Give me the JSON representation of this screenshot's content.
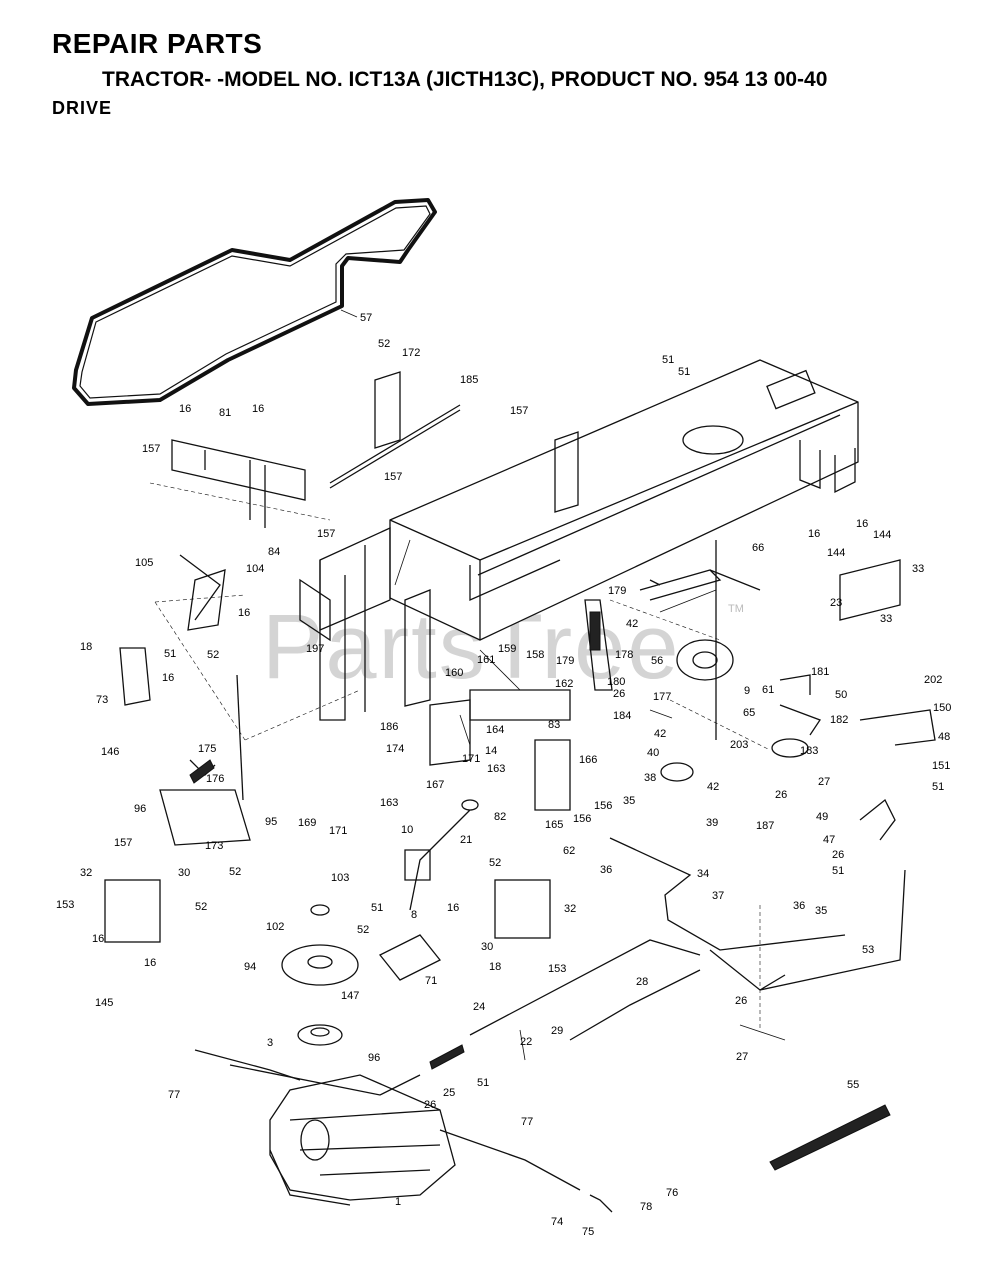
{
  "header": {
    "title": "REPAIR PARTS",
    "subtitle": "TRACTOR- -MODEL NO. ICT13A (JICTH13C), PRODUCT NO. 954 13 00-40",
    "section": "DRIVE"
  },
  "watermark": {
    "text": "PartsTree",
    "trademark": "TM"
  },
  "diagram": {
    "callouts": [
      {
        "label": "57"
      },
      {
        "label": "52"
      },
      {
        "label": "172"
      },
      {
        "label": "185"
      },
      {
        "label": "157"
      },
      {
        "label": "51"
      },
      {
        "label": "51"
      },
      {
        "label": "16"
      },
      {
        "label": "81"
      },
      {
        "label": "16"
      },
      {
        "label": "157"
      },
      {
        "label": "157"
      },
      {
        "label": "157"
      },
      {
        "label": "84"
      },
      {
        "label": "105"
      },
      {
        "label": "104"
      },
      {
        "label": "16"
      },
      {
        "label": "52"
      },
      {
        "label": "18"
      },
      {
        "label": "51"
      },
      {
        "label": "16"
      },
      {
        "label": "73"
      },
      {
        "label": "146"
      },
      {
        "label": "197"
      },
      {
        "label": "66"
      },
      {
        "label": "16"
      },
      {
        "label": "16"
      },
      {
        "label": "144"
      },
      {
        "label": "144"
      },
      {
        "label": "33"
      },
      {
        "label": "23"
      },
      {
        "label": "33"
      },
      {
        "label": "179"
      },
      {
        "label": "42"
      },
      {
        "label": "178"
      },
      {
        "label": "179"
      },
      {
        "label": "180"
      },
      {
        "label": "56"
      },
      {
        "label": "159"
      },
      {
        "label": "158"
      },
      {
        "label": "161"
      },
      {
        "label": "160"
      },
      {
        "label": "162"
      },
      {
        "label": "26"
      },
      {
        "label": "177"
      },
      {
        "label": "184"
      },
      {
        "label": "61"
      },
      {
        "label": "9"
      },
      {
        "label": "181"
      },
      {
        "label": "50"
      },
      {
        "label": "202"
      },
      {
        "label": "65"
      },
      {
        "label": "182"
      },
      {
        "label": "150"
      },
      {
        "label": "203"
      },
      {
        "label": "42"
      },
      {
        "label": "40"
      },
      {
        "label": "183"
      },
      {
        "label": "48"
      },
      {
        "label": "27"
      },
      {
        "label": "151"
      },
      {
        "label": "51"
      },
      {
        "label": "38"
      },
      {
        "label": "42"
      },
      {
        "label": "26"
      },
      {
        "label": "187"
      },
      {
        "label": "39"
      },
      {
        "label": "49"
      },
      {
        "label": "47"
      },
      {
        "label": "26"
      },
      {
        "label": "51"
      },
      {
        "label": "164"
      },
      {
        "label": "14"
      },
      {
        "label": "171"
      },
      {
        "label": "163"
      },
      {
        "label": "83"
      },
      {
        "label": "166"
      },
      {
        "label": "186"
      },
      {
        "label": "174"
      },
      {
        "label": "167"
      },
      {
        "label": "175"
      },
      {
        "label": "176"
      },
      {
        "label": "96"
      },
      {
        "label": "157"
      },
      {
        "label": "173"
      },
      {
        "label": "95"
      },
      {
        "label": "52"
      },
      {
        "label": "169"
      },
      {
        "label": "171"
      },
      {
        "label": "163"
      },
      {
        "label": "10"
      },
      {
        "label": "21"
      },
      {
        "label": "82"
      },
      {
        "label": "165"
      },
      {
        "label": "156"
      },
      {
        "label": "156"
      },
      {
        "label": "35"
      },
      {
        "label": "62"
      },
      {
        "label": "36"
      },
      {
        "label": "34"
      },
      {
        "label": "37"
      },
      {
        "label": "8"
      },
      {
        "label": "32"
      },
      {
        "label": "30"
      },
      {
        "label": "153"
      },
      {
        "label": "52"
      },
      {
        "label": "16"
      },
      {
        "label": "16"
      },
      {
        "label": "103"
      },
      {
        "label": "102"
      },
      {
        "label": "52"
      },
      {
        "label": "16"
      },
      {
        "label": "32"
      },
      {
        "label": "30"
      },
      {
        "label": "153"
      },
      {
        "label": "51"
      },
      {
        "label": "52"
      },
      {
        "label": "18"
      },
      {
        "label": "71"
      },
      {
        "label": "94"
      },
      {
        "label": "36"
      },
      {
        "label": "35"
      },
      {
        "label": "53"
      },
      {
        "label": "147"
      },
      {
        "label": "145"
      },
      {
        "label": "28"
      },
      {
        "label": "26"
      },
      {
        "label": "24"
      },
      {
        "label": "22"
      },
      {
        "label": "29"
      },
      {
        "label": "27"
      },
      {
        "label": "3"
      },
      {
        "label": "96"
      },
      {
        "label": "25"
      },
      {
        "label": "51"
      },
      {
        "label": "26"
      },
      {
        "label": "77"
      },
      {
        "label": "55"
      },
      {
        "label": "77"
      },
      {
        "label": "1"
      },
      {
        "label": "78"
      },
      {
        "label": "76"
      },
      {
        "label": "74"
      },
      {
        "label": "75"
      }
    ]
  }
}
